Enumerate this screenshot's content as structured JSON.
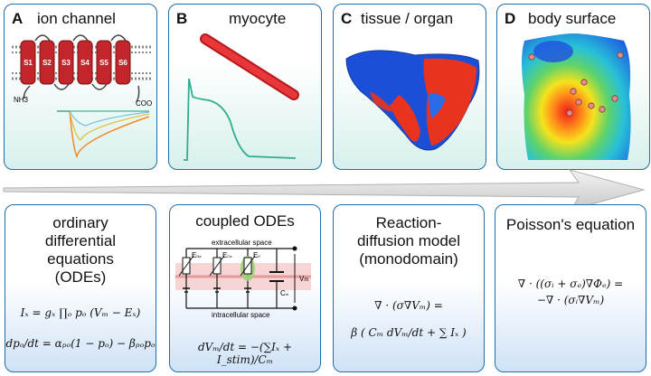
{
  "panels_top": [
    {
      "letter": "A",
      "title": "ion channel"
    },
    {
      "letter": "B",
      "title": "myocyte"
    },
    {
      "letter": "C",
      "title": "tissue / organ"
    },
    {
      "letter": "D",
      "title": "body surface"
    }
  ],
  "ion_channel": {
    "segments": [
      "S1",
      "S2",
      "S3",
      "S4",
      "S5",
      "S6"
    ],
    "nh3_label": "NH3",
    "coo_label": "COO"
  },
  "panels_bottom": [
    {
      "title_lines": [
        "ordinary",
        "differential",
        "equations",
        "(ODEs)"
      ]
    },
    {
      "title_lines": [
        "coupled ODEs"
      ]
    },
    {
      "title_lines": [
        "Reaction-",
        "diffusion model",
        "(monodomain)"
      ]
    },
    {
      "title_lines": [
        "Poisson's equation"
      ]
    }
  ],
  "circuit": {
    "extracellular": "extracellular space",
    "intracellular": "intracellular space",
    "vm": "V",
    "vm_sub": "m",
    "cm": "C",
    "cm_sub": "m",
    "elements": [
      "E",
      "E",
      "E"
    ],
    "element_subs": [
      "Na",
      "Ca",
      "K"
    ]
  },
  "equations": {
    "ode1": "Iₓ = gₓ ∏ₒ pₒ (Vₘ − Eₓ)",
    "ode2": "dpₒ/dt = αₚₒ(1 − pₒ) − βₚₒpₒ",
    "coupled": "dVₘ/dt = −(∑Iₓ + I_stim)/Cₘ",
    "rd1": "∇ · (σ∇Vₘ) =",
    "rd2": "β ( Cₘ dVₘ/dt + ∑ Iₓ )",
    "poisson1": "∇ · ((σᵢ + σₑ)∇Φₑ) =",
    "poisson2": "−∇ · (σᵢ∇Vₘ)"
  },
  "colors": {
    "panel_border": "#1e6fa8",
    "channel_red": "#c3262a",
    "trace_teal": "#2fae8d",
    "arrow_grey": "#cfcfcf"
  }
}
